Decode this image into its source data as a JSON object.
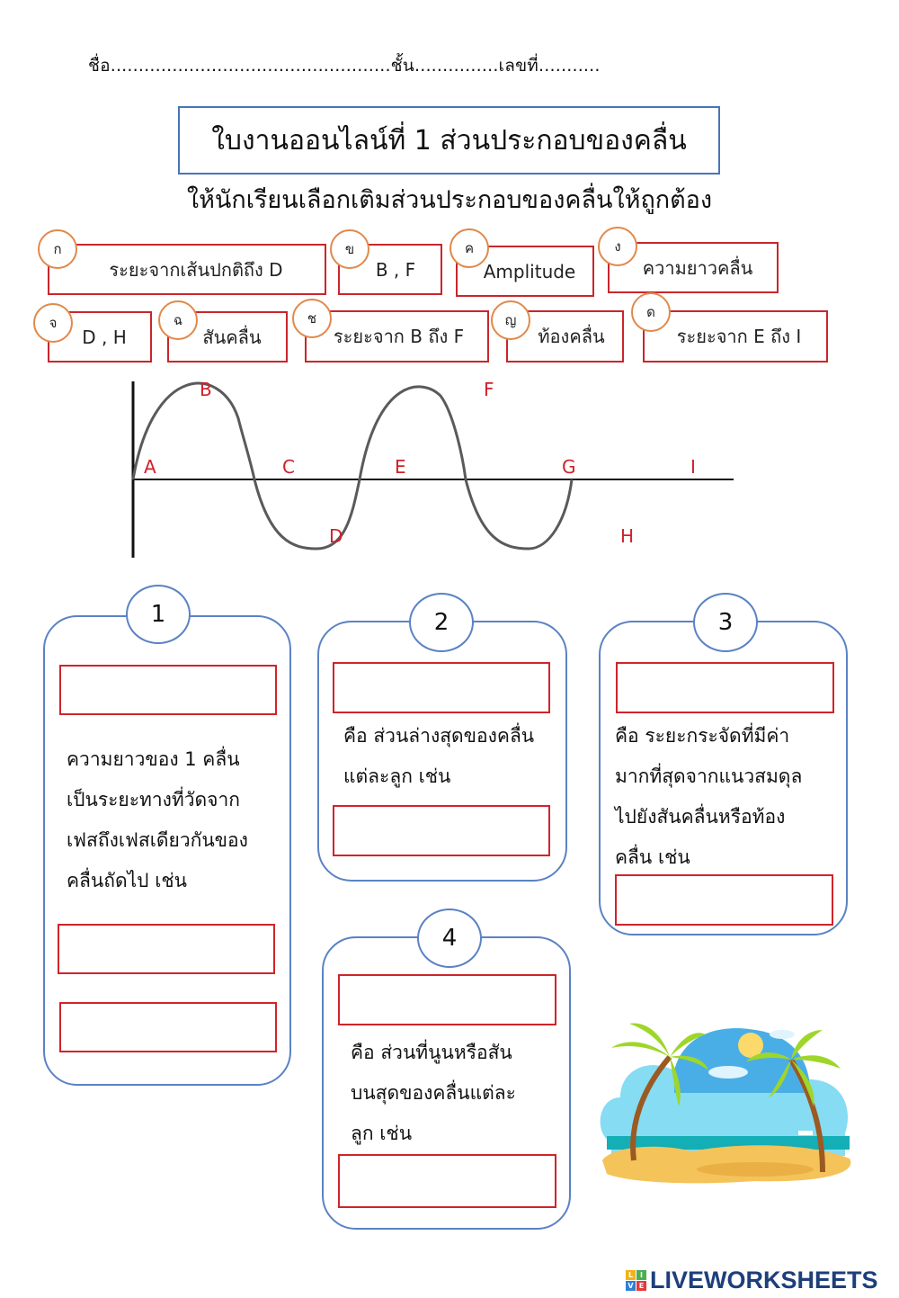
{
  "header": {
    "name_line": "ชื่อ..................................................ชั้น...............เลขที่..........."
  },
  "title": "ใบงานออนไลน์ที่ 1 ส่วนประกอบของคลื่น",
  "instruction": "ให้นักเรียนเลือกเติมส่วนประกอบของคลื่นให้ถูกต้อง",
  "choices": [
    {
      "letter": "ก",
      "label": "ระยะจากเส้นปกติถึง D"
    },
    {
      "letter": "ข",
      "label": "B , F"
    },
    {
      "letter": "ค",
      "label": "Amplitude"
    },
    {
      "letter": "ง",
      "label": "ความยาวคลื่น"
    },
    {
      "letter": "จ",
      "label": "D , H"
    },
    {
      "letter": "ฉ",
      "label": "สันคลื่น"
    },
    {
      "letter": "ช",
      "label": "ระยะจาก B ถึง F"
    },
    {
      "letter": "ญ",
      "label": "ท้องคลื่น"
    },
    {
      "letter": "ด",
      "label": "ระยะจาก E ถึง I"
    }
  ],
  "wave_diagram": {
    "points": [
      "A",
      "B",
      "C",
      "D",
      "E",
      "F",
      "G",
      "H",
      "I"
    ],
    "label_color": "#d0202a",
    "line_color": "#555555"
  },
  "questions": [
    {
      "number": "1",
      "text": "ความยาวของ 1 คลื่น\nเป็นระยะทางที่วัดจาก\nเฟสถึงเฟสเดียวกันของ\nคลื่นถัดไป เช่น"
    },
    {
      "number": "2",
      "text": "คือ ส่วนล่างสุดของคลื่น\nแต่ละลูก เช่น"
    },
    {
      "number": "3",
      "text": "คือ ระยะกระจัดที่มีค่า\nมากที่สุดจากแนวสมดุล\nไปยังสันคลื่นหรือท้อง\nคลื่น เช่น"
    },
    {
      "number": "4",
      "text": "คือ ส่วนที่นูนหรือสัน\nบนสุดของคลื่นแต่ละ\nลูก เช่น"
    }
  ],
  "illustration": "beach-island",
  "brand": {
    "logo_letters": [
      "L",
      "I",
      "V",
      "E"
    ],
    "logo_colors": [
      "#f3b21a",
      "#4caf50",
      "#2f7fd8",
      "#e23b3b"
    ],
    "name": "LIVEWORKSHEETS",
    "color": "#1d3f7a"
  },
  "colors": {
    "answer_box_border": "#d0242a",
    "card_border": "#5b82c4",
    "chip_circle_border": "#e0894a",
    "title_border": "#4a74b8"
  }
}
